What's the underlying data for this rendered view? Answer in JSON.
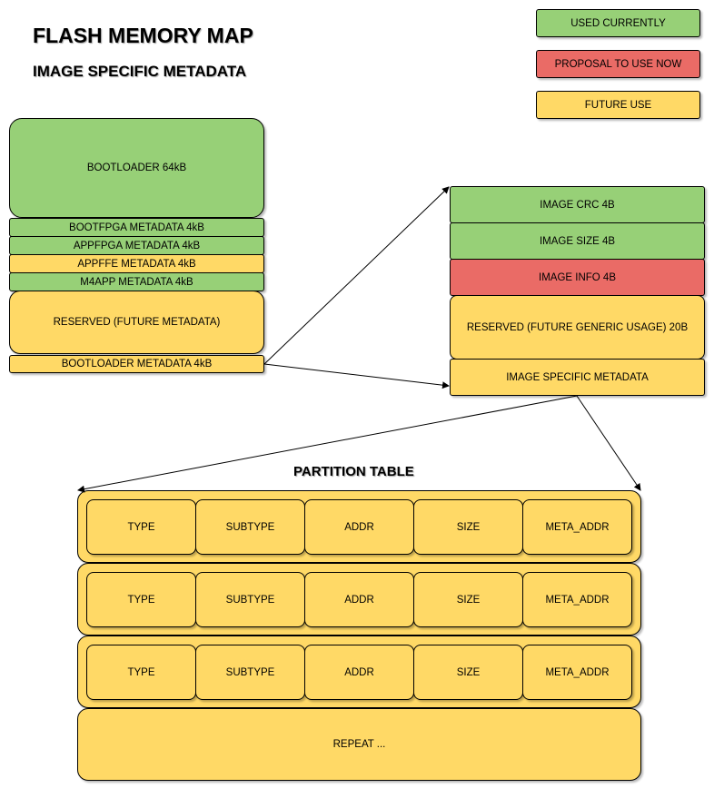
{
  "titles": {
    "main": "FLASH MEMORY MAP",
    "sub": "IMAGE SPECIFIC METADATA",
    "partition": "PARTITION TABLE"
  },
  "legend": {
    "used": "USED CURRENTLY",
    "proposal": "PROPOSAL TO USE NOW",
    "future": "FUTURE USE"
  },
  "colors": {
    "used": "#97d077",
    "proposal": "#ea6b66",
    "future": "#ffd966"
  },
  "flash_map": {
    "bootloader": "BOOTLOADER 64kB",
    "bootfpga_meta": "BOOTFPGA METADATA 4kB",
    "appfpga_meta": "APPFPGA METADATA 4kB",
    "appffe_meta": "APPFFE METADATA 4kB",
    "m4app_meta": "M4APP METADATA 4kB",
    "reserved": "RESERVED (FUTURE METADATA)",
    "bootloader_meta": "BOOTLOADER METADATA 4kB"
  },
  "metadata_struct": {
    "crc": "IMAGE CRC 4B",
    "size": "IMAGE SIZE 4B",
    "info": "IMAGE INFO 4B",
    "reserved": "RESERVED (FUTURE GENERIC USAGE) 20B",
    "specific": "IMAGE SPECIFIC METADATA"
  },
  "partition_table": {
    "fields": [
      "TYPE",
      "SUBTYPE",
      "ADDR",
      "SIZE",
      "META_ADDR"
    ],
    "repeat": "REPEAT ..."
  }
}
